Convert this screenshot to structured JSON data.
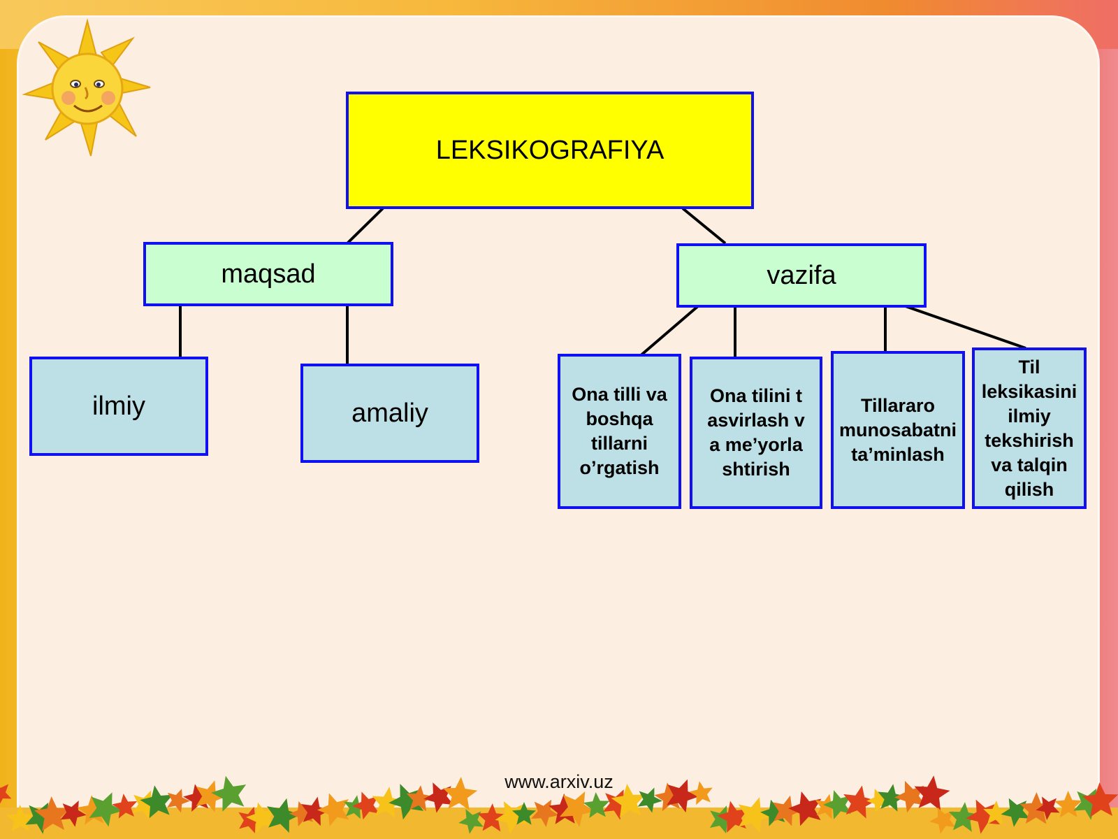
{
  "diagram": {
    "root": {
      "label": "LEKSIKOGRAFIYA"
    },
    "branches": [
      {
        "label": "maqsad",
        "children": [
          "ilmiy",
          "amaliy"
        ]
      },
      {
        "label": "vazifa",
        "children": [
          "Ona tilli va boshqa tillarni o’rgatish",
          "Ona tilini tasvirlash va me’yorlashtirish",
          "Tillararo munosabatni ta’minlash",
          "Til leksikasini ilmiy tekshirish va talqin qilish"
        ]
      }
    ]
  },
  "footer": {
    "url": "www.arxiv.uz"
  },
  "colors": {
    "root_fill": "#ffff00",
    "branch_fill": "#c9ffd0",
    "leaf_fill": "#bde0e6",
    "border": "#1010f0",
    "connector": "#000000"
  },
  "icons": {
    "decoration": "sun-face-icon",
    "border_decoration": "autumn-leaves"
  }
}
